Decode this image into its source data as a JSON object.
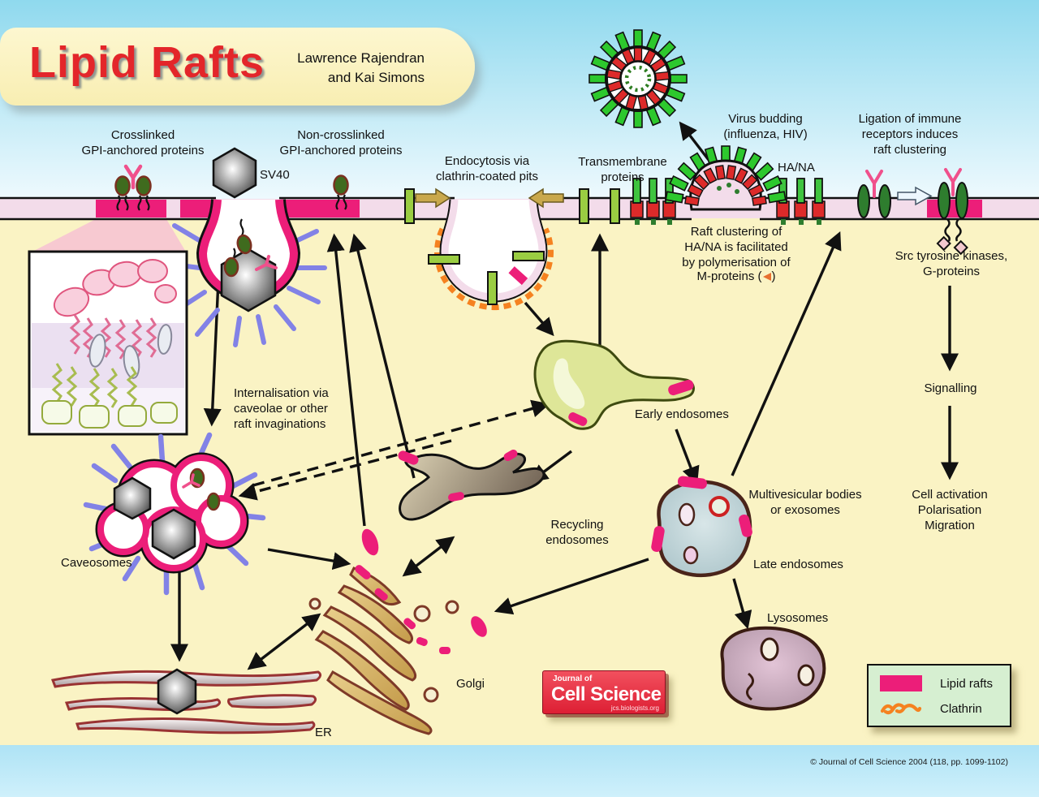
{
  "header": {
    "title": "Lipid Rafts",
    "authors": "Lawrence Rajendran\nand Kai Simons"
  },
  "membrane_labels": {
    "crosslinked": "Crosslinked\nGPI-anchored proteins",
    "sv40": "SV40",
    "noncrosslinked": "Non-crosslinked\nGPI-anchored proteins",
    "endocytosis": "Endocytosis via\nclathrin-coated pits",
    "transmembrane": "Transmembrane\nproteins",
    "virus_budding": "Virus budding\n(influenza, HIV)",
    "hana": "HA/NA",
    "ligation": "Ligation of immune\nreceptors induces\nraft clustering"
  },
  "pathway_labels": {
    "raft_clustering": "Raft clustering of\nHA/NA is facilitated\nby polymerisation of",
    "m_proteins_prefix": "M-proteins (",
    "m_proteins_suffix": ")",
    "src": "Src tyrosine kinases,\nG-proteins",
    "signalling": "Signalling",
    "cell_activation": "Cell activation\nPolarisation\nMigration",
    "internalisation": "Internalisation via\ncaveolae or other\nraft invaginations"
  },
  "organelle_labels": {
    "early_endosomes": "Early endosomes",
    "recycling_endosomes": "Recycling\nendosomes",
    "multivesicular": "Multivesicular bodies\nor exosomes",
    "late_endosomes": "Late endosomes",
    "lysosomes": "Lysosomes",
    "caveosomes": "Caveosomes",
    "golgi": "Golgi",
    "er": "ER"
  },
  "logo": {
    "line1": "Journal of",
    "line2": "Cell Science",
    "line3": "jcs.biologists.org"
  },
  "legend": {
    "lipid_rafts": "Lipid rafts",
    "clathrin": "Clathrin"
  },
  "footer": {
    "copyright": "© Journal of Cell Science 2004 (118, pp. 1099-1102)"
  },
  "colors": {
    "raft": "#EC1E79",
    "clathrin_orange": "#F58220",
    "title_red": "#E3262A",
    "membrane_pink": "#F3DCEA",
    "cell_fill": "#FAF3C4",
    "sky_blue": "#8FD9EE"
  }
}
